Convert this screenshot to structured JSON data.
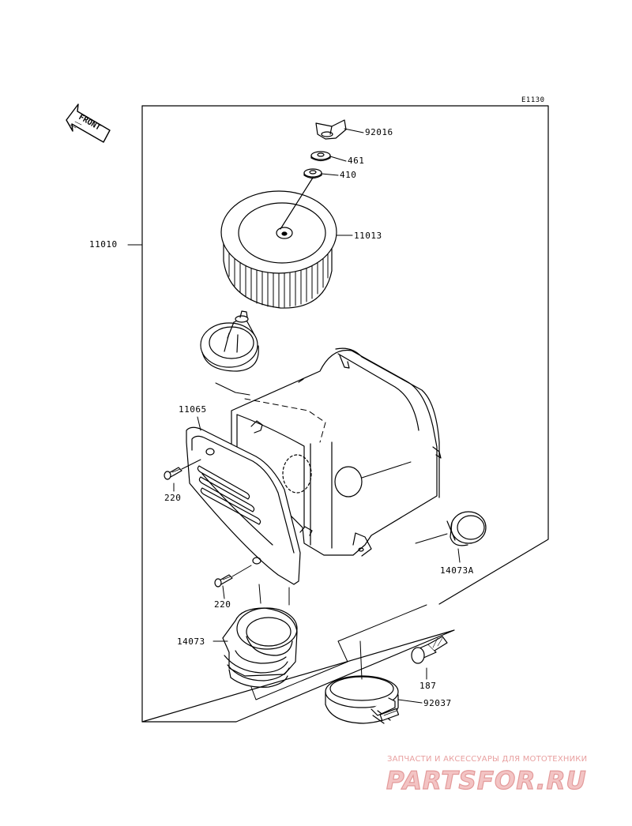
{
  "diagram": {
    "code": "E1130",
    "front_label": "FRONT",
    "parts": {
      "p92016": "92016",
      "p461": "461",
      "p410": "410",
      "p11013": "11013",
      "p11010": "11010",
      "p11065": "11065",
      "p220a": "220",
      "p220b": "220",
      "p14073a": "14073A",
      "p14073": "14073",
      "p187": "187",
      "p92037": "92037"
    }
  },
  "watermark": {
    "tagline": "ЗАПЧАСТИ И АКСЕССУАРЫ ДЛЯ МОТОТЕХНИКИ",
    "logo": "PARTSFOR.RU",
    "color": "#e8a0a0"
  }
}
